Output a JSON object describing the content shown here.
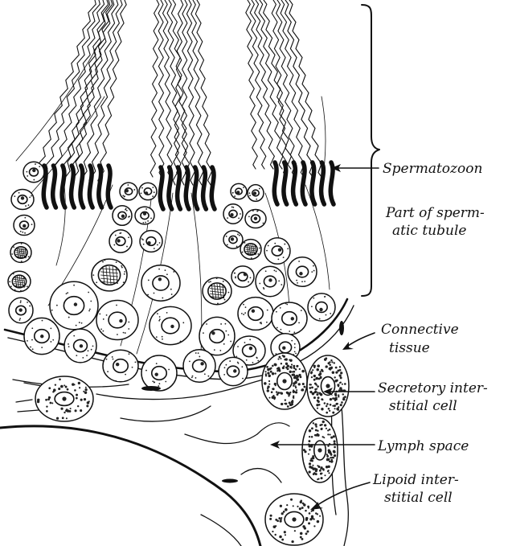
{
  "labels": {
    "spermatozoon": "Spermatozoon",
    "tubule_line1": "Part of sperm-",
    "tubule_line2": "atic tubule",
    "connective_line1": "Connective",
    "connective_line2": "tissue",
    "secretory_line1": "Secretory inter-",
    "secretory_line2": "stitial cell",
    "lymph": "Lymph space",
    "lipoid_line1": "Lipoid inter-",
    "lipoid_line2": "stitial cell"
  },
  "colors": {
    "ink": "#111111",
    "background": "#ffffff"
  }
}
